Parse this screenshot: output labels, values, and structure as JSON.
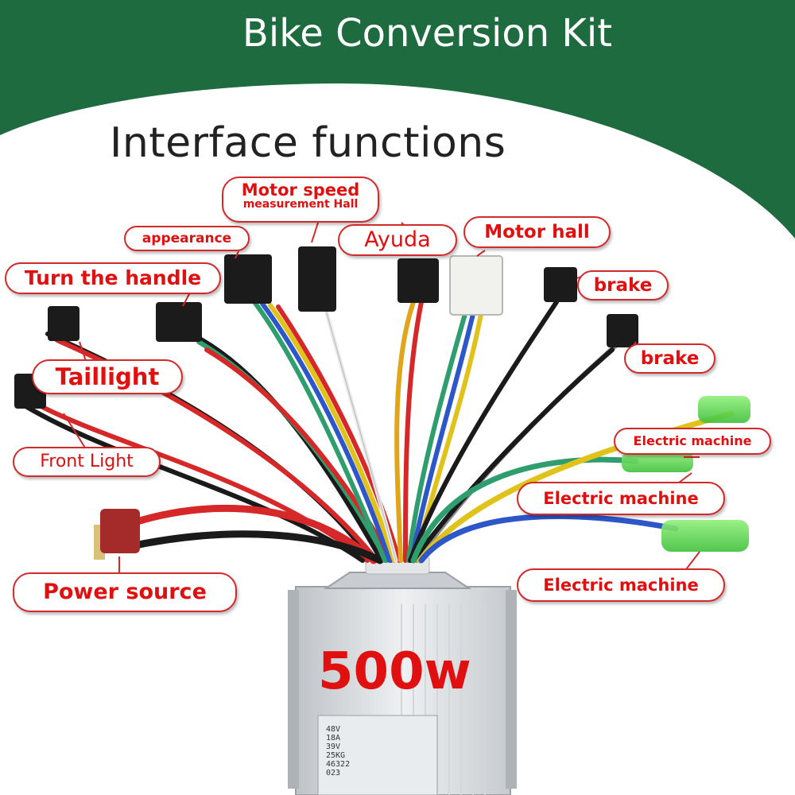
{
  "banner": {
    "title": "Bike Conversion Kit",
    "color": "#1e6b3f"
  },
  "heading": "Interface functions",
  "callouts": {
    "motor_speed_line1": "Motor speed",
    "motor_speed_line2": "measurement Hall",
    "appearance": "appearance",
    "ayuda": "Ayuda",
    "motor_hall": "Motor hall",
    "turn_handle": "Turn the handle",
    "brake_1": "brake",
    "brake_2": "brake",
    "taillight": "Taillight",
    "front_light": "Front Light",
    "electric_machine_1": "Electric machine",
    "electric_machine_2": "Electric machine",
    "electric_machine_3": "Electric machine",
    "power_source": "Power source"
  },
  "controller": {
    "power_rating": "500w",
    "label_lines": [
      "48V",
      "18A",
      "39V",
      "25KG",
      "46322",
      "023"
    ]
  },
  "colors": {
    "accent_red": "#e01010",
    "outline_red": "#d22a2a",
    "green_banner": "#1e6b3f"
  }
}
